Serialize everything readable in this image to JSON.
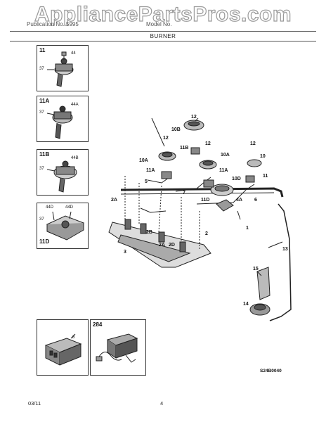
{
  "watermark": "AppliancePartsPros.com",
  "header": {
    "left": "Publication No. 5995",
    "right": "Model No.",
    "section_title": "BURNER"
  },
  "insets": [
    {
      "id": "11",
      "parts": [
        "44",
        "37"
      ]
    },
    {
      "id": "11A",
      "parts": [
        "44A",
        "37"
      ]
    },
    {
      "id": "11B",
      "parts": [
        "44B",
        "37"
      ]
    },
    {
      "id": "11D",
      "parts": [
        "44D",
        "44D",
        "37"
      ]
    }
  ],
  "bottom_insets": [
    {
      "id": "",
      "parts": [
        "8"
      ]
    },
    {
      "id": "284",
      "parts": []
    }
  ],
  "callouts": [
    "12",
    "10B",
    "12",
    "12",
    "12",
    "10",
    "10A",
    "11B",
    "10A",
    "11A",
    "11A",
    "11",
    "10D",
    "5",
    "7",
    "6",
    "4A",
    "2A",
    "11D",
    "1",
    "2B",
    "2",
    "2A",
    "2D",
    "3",
    "13",
    "15",
    "14"
  ],
  "diagram_code": "S24B0040",
  "footer": {
    "date": "03/11",
    "page": "4"
  }
}
